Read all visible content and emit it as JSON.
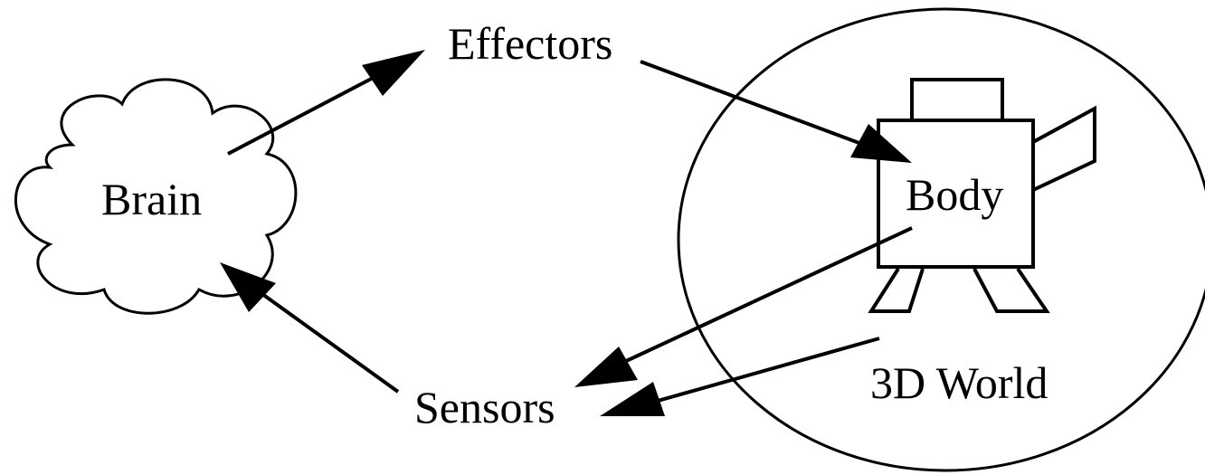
{
  "diagram": {
    "labels": {
      "brain": "Brain",
      "effectors": "Effectors",
      "body": "Body",
      "sensors": "Sensors",
      "world": "3D World"
    },
    "stroke_color": "#000000",
    "background": "#ffffff"
  }
}
